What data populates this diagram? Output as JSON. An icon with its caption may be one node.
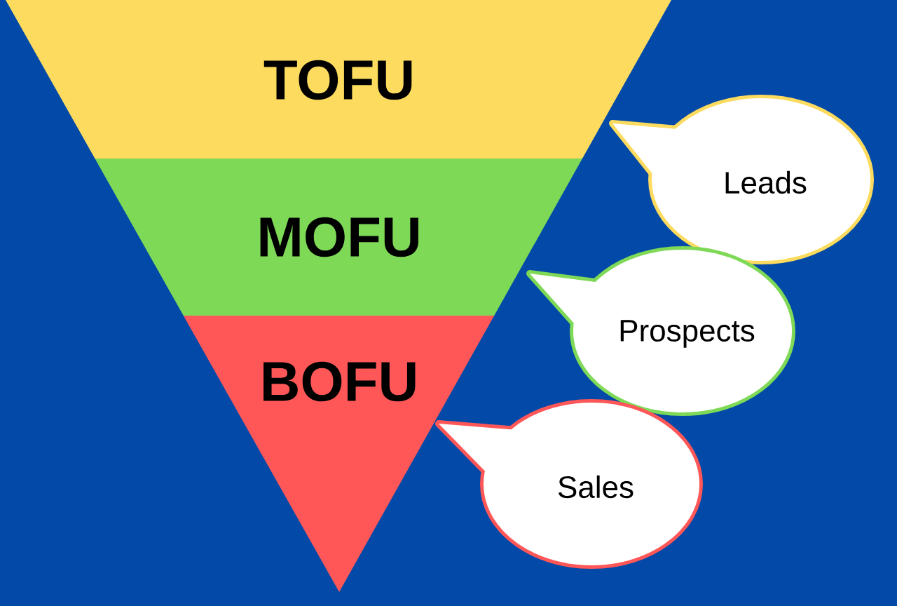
{
  "diagram": {
    "nodes": [
      {
        "text": [
          "TOFU"
        ]
      },
      {
        "text": [
          "MOFU"
        ]
      },
      {
        "text": [
          "BOFU"
        ]
      },
      {
        "text": [
          "Leads"
        ]
      },
      {
        "text": [
          "Prospects"
        ]
      },
      {
        "text": [
          "Sales"
        ]
      }
    ]
  }
}
